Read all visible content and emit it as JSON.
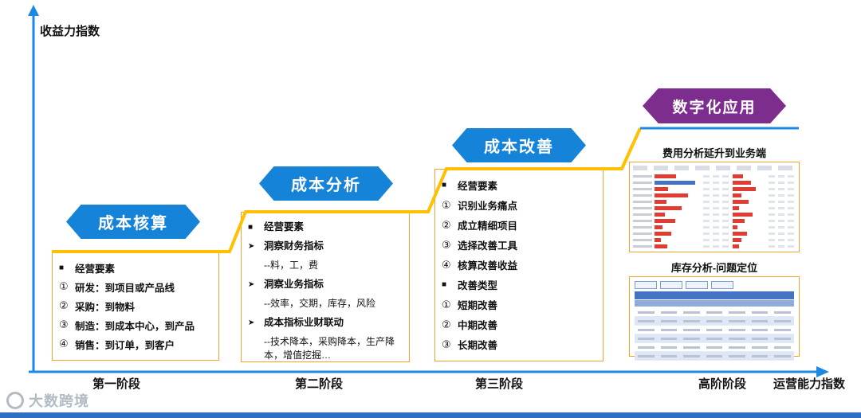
{
  "axes": {
    "y_label": "收益力指数",
    "x_label": "运营能力指数"
  },
  "colors": {
    "banner_blue": "#1583d8",
    "banner_purple": "#7d2d8e",
    "step_yellow": "#ffc000",
    "axis_blue": "#1e88e5",
    "box_border": "#f0a32f",
    "bar_red": "#e03c31",
    "table_blue": "#4472c4"
  },
  "stages": [
    {
      "banner": "成本核算",
      "axis_label": "第一阶段",
      "items": [
        {
          "m": "■",
          "t": "经营要素"
        },
        {
          "m": "①",
          "t": "研发：到项目或产品线"
        },
        {
          "m": "②",
          "t": "采购：到物料"
        },
        {
          "m": "③",
          "t": "制造：到成本中心，到产品"
        },
        {
          "m": "④",
          "t": "销售：到订单，到客户"
        }
      ]
    },
    {
      "banner": "成本分析",
      "axis_label": "第二阶段",
      "items": [
        {
          "m": "■",
          "t": "经营要素"
        },
        {
          "m": "➤",
          "t": "洞察财务指标"
        },
        {
          "m": "",
          "t": "--料，工，费"
        },
        {
          "m": "➤",
          "t": "洞察业务指标"
        },
        {
          "m": "",
          "t": "--效率，交期，库存，风险"
        },
        {
          "m": "➤",
          "t": "成本指标业财联动"
        },
        {
          "m": "",
          "t": "--技术降本，采购降本，生产降本，增值挖掘…"
        }
      ]
    },
    {
      "banner": "成本改善",
      "axis_label": "第三阶段",
      "items": [
        {
          "m": "■",
          "t": "经营要素"
        },
        {
          "m": "①",
          "t": "识别业务痛点"
        },
        {
          "m": "②",
          "t": "成立精细项目"
        },
        {
          "m": "③",
          "t": "选择改善工具"
        },
        {
          "m": "④",
          "t": "核算改善收益"
        },
        {
          "m": "■",
          "t": "改善类型"
        },
        {
          "m": "①",
          "t": "短期改善"
        },
        {
          "m": "②",
          "t": "中期改善"
        },
        {
          "m": "③",
          "t": "长期改善"
        }
      ]
    },
    {
      "banner": "数字化应用",
      "axis_label": "高阶阶段",
      "shot1": {
        "caption": "费用分析延升到业务端",
        "left_bars": [
          46,
          88,
          30,
          72,
          26,
          58,
          22,
          44,
          18,
          36,
          14,
          28
        ],
        "right_bars": [
          30,
          55,
          70,
          25,
          48,
          20,
          60,
          35,
          15,
          42,
          26,
          18
        ],
        "highlight_row": 1
      },
      "shot2": {
        "caption": "库存分析-问题定位",
        "data_rows": 6,
        "cols": 7,
        "filter_chips": 4
      }
    }
  ],
  "watermark": "大数跨境"
}
